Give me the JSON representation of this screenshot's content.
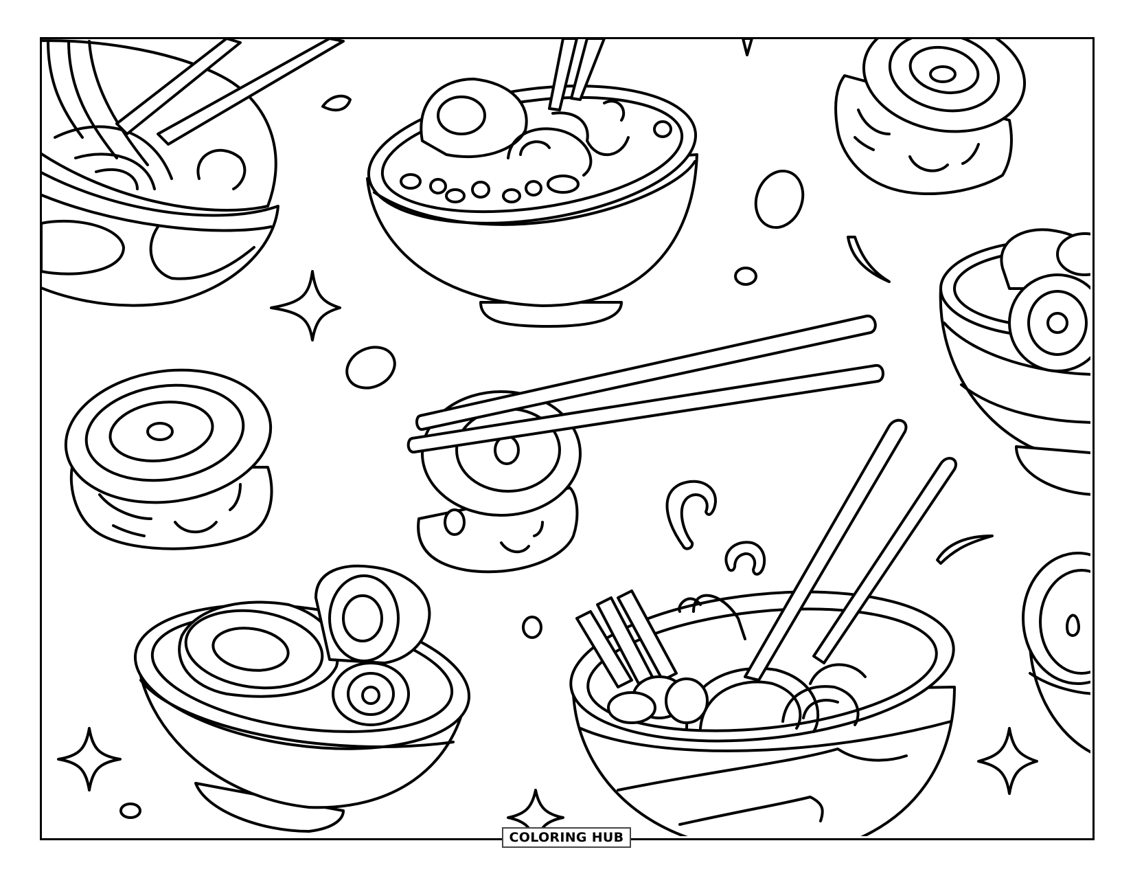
{
  "page": {
    "type": "coloring-page",
    "theme": "ramen and sushi",
    "background_color": "#ffffff",
    "line_color": "#000000"
  },
  "logo": {
    "label": "COLORING HUB",
    "border_color": "#444444"
  },
  "illustrations": [
    {
      "name": "noodle-bowl-top-left",
      "description": "bowl of noodles with chopsticks"
    },
    {
      "name": "ramen-bowl-top-center",
      "description": "ramen bowl with egg and chopsticks"
    },
    {
      "name": "sushi-roll-top-right",
      "description": "sushi roll"
    },
    {
      "name": "sushi-bowl-right",
      "description": "bowl with sushi rolls, partially cropped"
    },
    {
      "name": "sushi-roll-left",
      "description": "sushi roll"
    },
    {
      "name": "chopsticks-with-sushi",
      "description": "chopsticks holding a sushi roll"
    },
    {
      "name": "sushi-bowl-bottom-left",
      "description": "bowl with sushi rolls"
    },
    {
      "name": "noodle-bowl-bottom-center",
      "description": "noodle bowl with chopsticks"
    },
    {
      "name": "bowl-bottom-right",
      "description": "bowl, partially cropped"
    }
  ],
  "decorations": [
    "sparkle-left",
    "sparkle-bottom-left",
    "sparkle-bottom-center",
    "sparkle-bottom-right",
    "steam-swirls",
    "droplets"
  ]
}
